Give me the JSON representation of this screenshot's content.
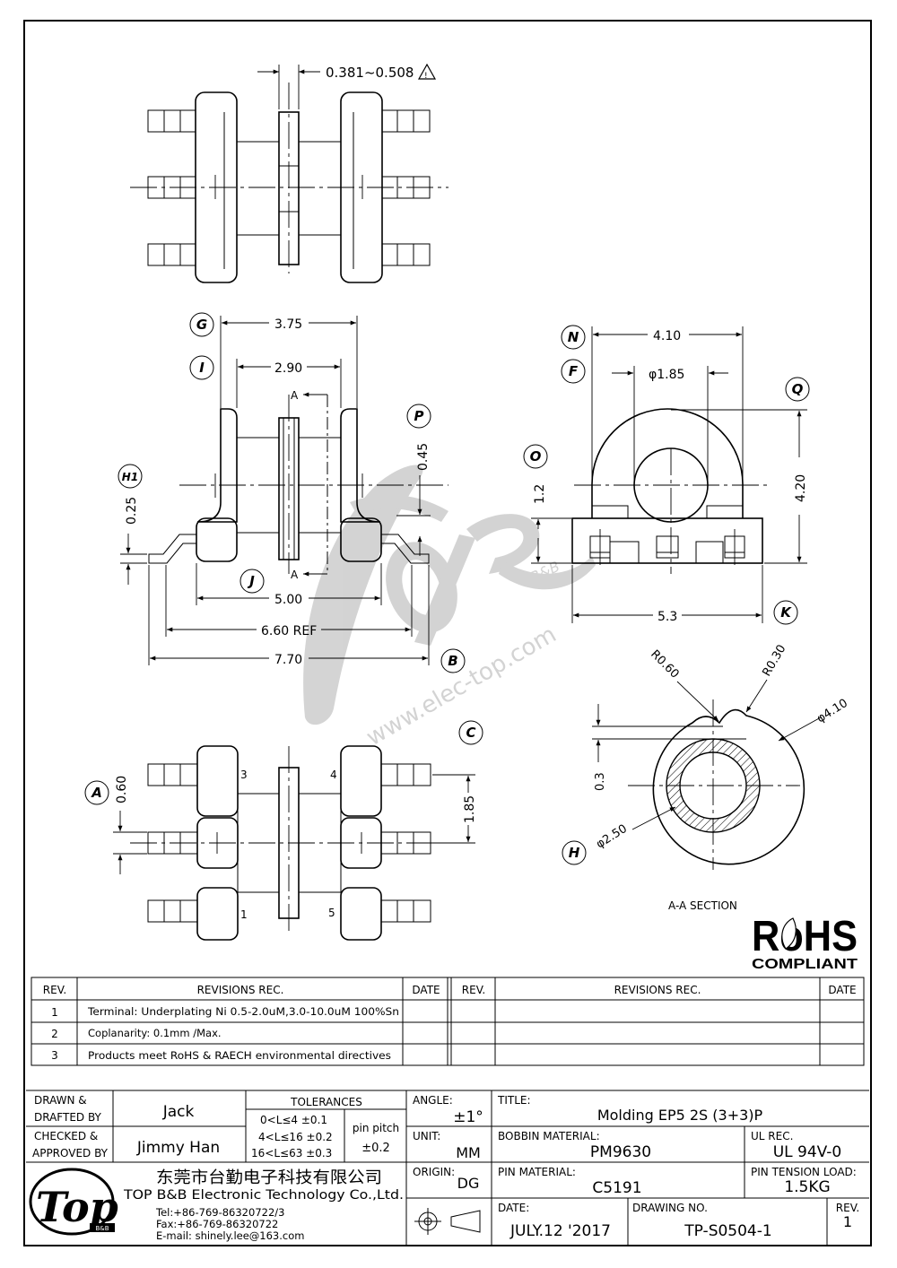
{
  "drawing": {
    "clearance_note": "0.381~0.508",
    "dims": {
      "d375": "3.75",
      "d290": "2.90",
      "d045": "0.45",
      "d025": "0.25",
      "d500": "5.00",
      "d660": "6.60 REF",
      "d770": "7.70",
      "d410": "4.10",
      "d185": "φ1.85",
      "d12": "1.2",
      "d420": "4.20",
      "d53": "5.3",
      "d060": "0.60",
      "d185b": "1.85",
      "r060": "R0.60",
      "r030": "R0.30",
      "d410b": "φ4.10",
      "d03": "0.3",
      "d250": "φ2.50"
    },
    "section_marks": [
      "A",
      "A"
    ],
    "pins": [
      "3",
      "4",
      "1",
      "5"
    ],
    "callouts": [
      "G",
      "I",
      "P",
      "H1",
      "J",
      "B",
      "N",
      "F",
      "Q",
      "O",
      "K",
      "C",
      "A",
      "H"
    ],
    "section_label": "A-A SECTION"
  },
  "watermark": {
    "url": "www.elec-top.com",
    "brand": "B&B"
  },
  "rohs": {
    "mark": "RoHS",
    "sub": "COMPLIANT"
  },
  "revisions": {
    "headers": {
      "rev": "REV.",
      "rec": "REVISIONS   REC.",
      "date": "DATE"
    },
    "rows": [
      {
        "rev": "1",
        "text": "Terminal: Underplating Ni 0.5-2.0uM,3.0-10.0uM 100%Sn"
      },
      {
        "rev": "2",
        "text": "Coplanarity: 0.1mm /Max."
      },
      {
        "rev": "3",
        "text": "Products meet RoHS & RAECH environmental directives"
      }
    ]
  },
  "titleblock": {
    "drawn_label_1": "DRAWN &",
    "drawn_label_2": "DRAFTED BY",
    "drawn_by": "Jack",
    "checked_label_1": "CHECKED &",
    "checked_label_2": "APPROVED BY",
    "checked_by": "Jimmy Han",
    "tolerances_label": "TOLERANCES",
    "tol_1": "0<L≤4   ±0.1",
    "tol_2": "4<L≤16  ±0.2",
    "tol_3": "16<L≤63  ±0.3",
    "pin_pitch_label": "pin pitch",
    "pin_pitch": "±0.2",
    "angle_label": "ANGLE:",
    "angle": "±1°",
    "unit_label": "UNIT:",
    "unit": "MM",
    "origin_label": "ORIGIN:",
    "origin": "DG",
    "title_label": "TITLE:",
    "title": "Molding EP5 2S (3+3)P",
    "bobbin_label": "BOBBIN MATERIAL:",
    "bobbin": "PM9630",
    "ul_label": "UL REC.",
    "ul": "UL 94V-0",
    "pin_mat_label": "PIN MATERIAL:",
    "pin_mat": "C5191",
    "tension_label": "PIN TENSION LOAD:",
    "tension": "1.5KG",
    "date_label": "DATE:",
    "date": "JULY.12 '2017",
    "dwg_label": "DRAWING NO.",
    "dwg": "TP-S0504-1",
    "rev_label": "REV.",
    "rev": "1",
    "company_cn": "东莞市台勤电子科技有限公司",
    "company_en": "TOP B&B Electronic Technology Co.,Ltd.",
    "tel": "Tel:+86-769-86320722/3",
    "fax": "Fax:+86-769-86320722",
    "email": "E-mail: shinely.lee@163.com",
    "logo_text": "Top",
    "logo_sub": "B&B"
  }
}
